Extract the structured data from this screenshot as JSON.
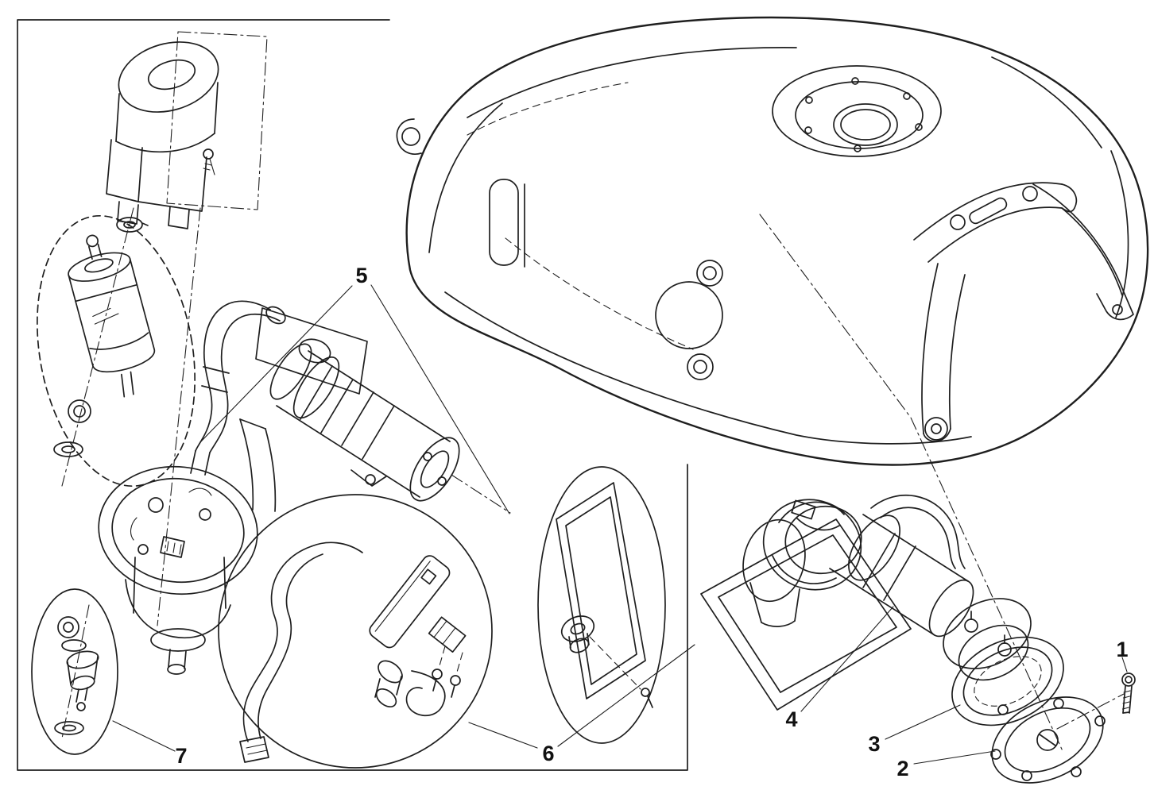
{
  "colors": {
    "background": "#ffffff",
    "line": "#1f1f1f"
  },
  "callouts": [
    {
      "label": "1"
    },
    {
      "label": "2"
    },
    {
      "label": "3"
    },
    {
      "label": "4"
    },
    {
      "label": "5"
    },
    {
      "label": "6"
    },
    {
      "label": "7"
    }
  ]
}
